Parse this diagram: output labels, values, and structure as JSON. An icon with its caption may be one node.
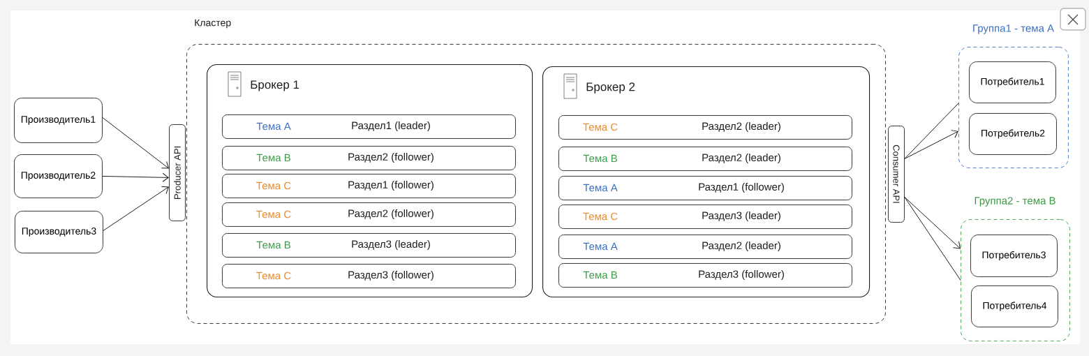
{
  "diagram": {
    "nodes": [
      {
        "text": [
          "Производитель1"
        ]
      },
      {
        "text": [
          "Производитель2"
        ]
      },
      {
        "text": [
          "Производитель3"
        ]
      },
      {
        "text": [
          "Кластер"
        ]
      },
      {
        "text": [
          "Producer API"
        ]
      },
      {
        "text": [
          "Брокер 1"
        ],
        "in": 3
      },
      {
        "text": [
          "Тема A",
          "Раздел1 (leader)"
        ],
        "in": 5
      },
      {
        "text": [
          "Тема B",
          "Раздел2 (follower)"
        ],
        "in": 5
      },
      {
        "text": [
          "Тема C",
          "Раздел1 (follower)"
        ],
        "in": 5
      },
      {
        "text": [
          "Тема C",
          "Раздел2 (follower)"
        ],
        "in": 5
      },
      {
        "text": [
          "Тема B",
          "Раздел3 (leader)"
        ],
        "in": 5
      },
      {
        "text": [
          "Тема C",
          "Раздел3 (follower)"
        ],
        "in": 5
      },
      {
        "text": [
          "Брокер 2"
        ],
        "in": 3
      },
      {
        "text": [
          "Тема C",
          "Раздел2 (leader)"
        ],
        "in": 12
      },
      {
        "text": [
          "Тема B",
          "Раздел2 (leader)"
        ],
        "in": 12
      },
      {
        "text": [
          "Тема A",
          "Раздел1 (follower)"
        ],
        "in": 12
      },
      {
        "text": [
          "Тема C",
          "Раздел3 (leader)"
        ],
        "in": 12
      },
      {
        "text": [
          "Тема A",
          "Раздел2 (leader)"
        ],
        "in": 12
      },
      {
        "text": [
          "Тема B",
          "Раздел3 (follower)"
        ],
        "in": 12
      },
      {
        "text": [
          "Consumer API"
        ]
      },
      {
        "text": [
          "Группа1 - тема A"
        ]
      },
      {
        "text": [
          "Потребитель1"
        ],
        "in": 20
      },
      {
        "text": [
          "Потребитель2"
        ],
        "in": 20
      },
      {
        "text": [
          "Группа2 - тема B"
        ]
      },
      {
        "text": [
          "Потребитель3"
        ],
        "in": 23
      },
      {
        "text": [
          "Потребитель4"
        ],
        "in": 23
      }
    ],
    "edges": [
      {
        "from": 0,
        "to": 4,
        "arrow": "to"
      },
      {
        "from": 1,
        "to": 4,
        "arrow": "to"
      },
      {
        "from": 2,
        "to": 4,
        "arrow": "to"
      },
      {
        "from": 19,
        "to": 20,
        "arrow": "none"
      },
      {
        "from": 19,
        "to": 20,
        "arrow": "to"
      },
      {
        "from": 19,
        "to": 23,
        "arrow": "to"
      },
      {
        "from": 19,
        "to": 23,
        "arrow": "none"
      }
    ]
  }
}
